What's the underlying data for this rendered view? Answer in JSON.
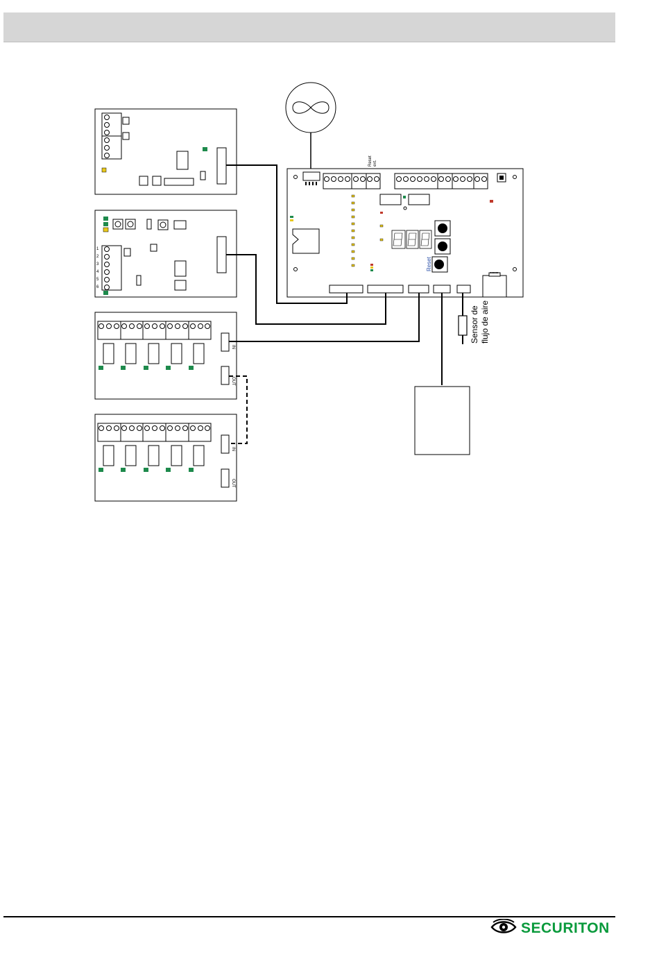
{
  "diagram": {
    "sensor_label_line1": "Sensor de",
    "sensor_label_line2": "flujo de aire",
    "reset_ext_line1": "Reset",
    "reset_ext_line2": "ext.",
    "reset_button_label": "Reset",
    "relay_in_label": "IN",
    "relay_out_label": "OUT",
    "terminal_numbers": [
      "1",
      "2",
      "3",
      "4",
      "5",
      "6"
    ]
  },
  "footer": {
    "brand": "SECURITON",
    "brand_color": "#0a9a3c",
    "logo_icon": "eye-icon"
  },
  "colors": {
    "led_green": "#1e8a4c",
    "led_yellow": "#e8c81c",
    "led_red": "#c0392b",
    "header_bar": "#d6d6d6"
  }
}
